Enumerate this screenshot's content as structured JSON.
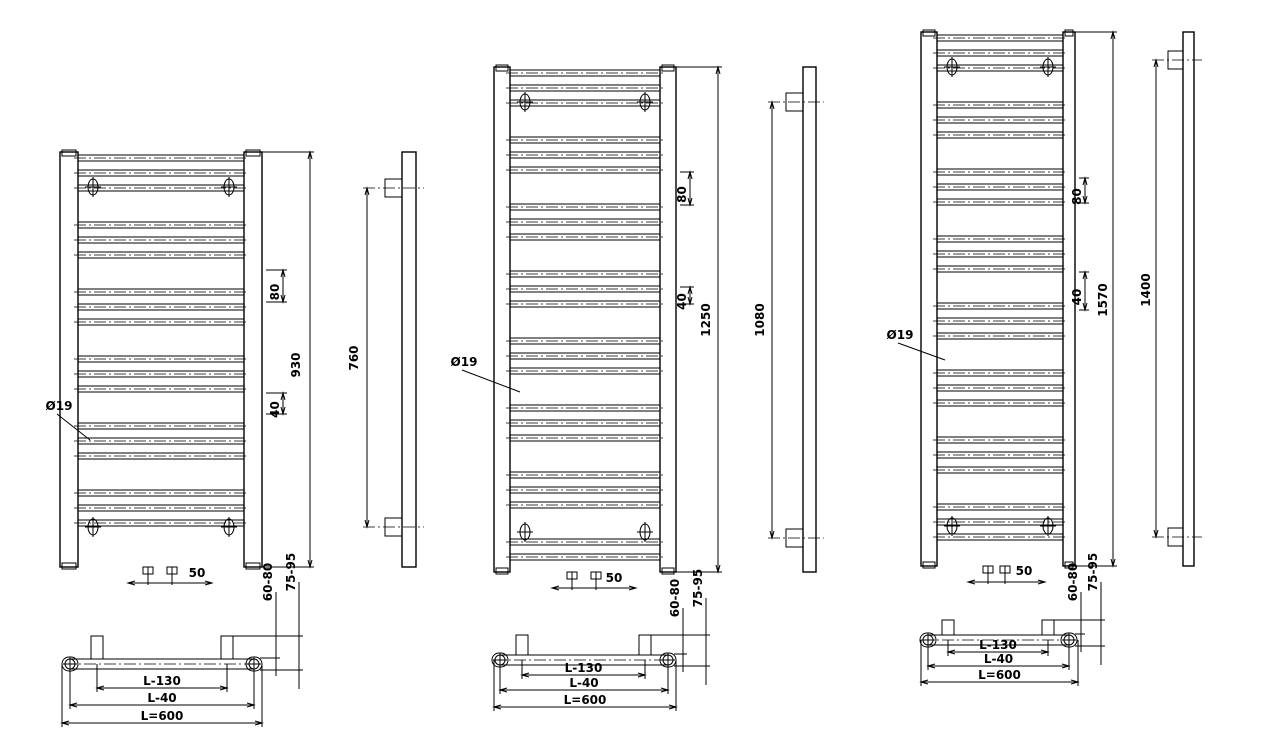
{
  "drawings": [
    {
      "name": "radiator-930",
      "height_label": "930",
      "spacing_large_label": "80",
      "spacing_small_label": "40",
      "tube_label": "Ø19",
      "pipe_spacing_label": "50",
      "bracket_spacing_label": "760",
      "wall_min_label": "60-80",
      "wall_max_label": "75-95",
      "pipe_width_label": "L-130",
      "bracket_width_label": "L-40",
      "total_width_label": "L=600"
    },
    {
      "name": "radiator-1250",
      "height_label": "1250",
      "spacing_large_label": "80",
      "spacing_small_label": "40",
      "tube_label": "Ø19",
      "pipe_spacing_label": "50",
      "bracket_spacing_label": "1080",
      "wall_min_label": "60-80",
      "wall_max_label": "75-95",
      "pipe_width_label": "L-130",
      "bracket_width_label": "L-40",
      "total_width_label": "L=600"
    },
    {
      "name": "radiator-1570",
      "height_label": "1570",
      "spacing_large_label": "80",
      "spacing_small_label": "40",
      "tube_label": "Ø19",
      "pipe_spacing_label": "50",
      "bracket_spacing_label": "1400",
      "wall_min_label": "60-80",
      "wall_max_label": "75-95",
      "pipe_width_label": "L-130",
      "bracket_width_label": "L-40",
      "total_width_label": "L=600"
    }
  ]
}
